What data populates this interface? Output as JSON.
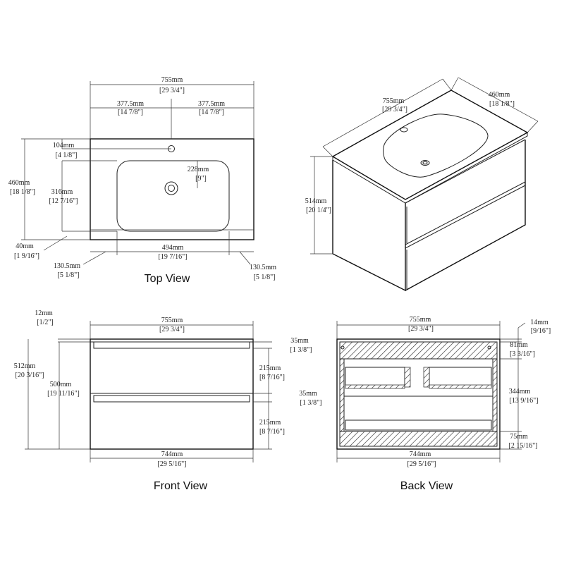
{
  "views": {
    "top": {
      "title": "Top View"
    },
    "front": {
      "title": "Front View"
    },
    "back": {
      "title": "Back View"
    }
  },
  "dims": {
    "top": {
      "width_mm": "755mm",
      "width_in": "[29 3/4\"]",
      "half_left_mm": "377.5mm",
      "half_left_in": "[14 7/8\"]",
      "half_right_mm": "377.5mm",
      "half_right_in": "[14 7/8\"]",
      "faucet_mm": "104mm",
      "faucet_in": "[4 1/8\"]",
      "depth_mm": "460mm",
      "depth_in": "[18 1/8\"]",
      "bowl_depth_mm": "316mm",
      "bowl_depth_in": "[12 7/16\"]",
      "drain_mm": "228mm",
      "drain_in": "[9\"]",
      "front_mm": "40mm",
      "front_in": "[1 9/16\"]",
      "bowl_width_mm": "494mm",
      "bowl_width_in": "[19 7/16\"]",
      "left_off_mm": "130.5mm",
      "left_off_in": "[5 1/8\"]",
      "right_off_mm": "130.5mm",
      "right_off_in": "[5 1/8\"]"
    },
    "iso": {
      "width_mm": "755mm",
      "width_in": "[29 3/4\"]",
      "depth_mm": "460mm",
      "depth_in": "[18 1/8\"]",
      "height_mm": "514mm",
      "height_in": "[20 1/4\"]"
    },
    "front": {
      "top_thk_mm": "12mm",
      "top_thk_in": "[1/2\"]",
      "width_mm": "755mm",
      "width_in": "[29 3/4\"]",
      "total_h_mm": "512mm",
      "total_h_in": "[20 3/16\"]",
      "body_h_mm": "500mm",
      "body_h_in": "[19 11/16\"]",
      "handle1_mm": "35mm",
      "handle1_in": "[1 3/8\"]",
      "drawer1_mm": "215mm",
      "drawer1_in": "[8 7/16\"]",
      "handle2_mm": "35mm",
      "handle2_in": "[1 3/8\"]",
      "drawer2_mm": "215mm",
      "drawer2_in": "[8 7/16\"]",
      "bottom_w_mm": "744mm",
      "bottom_w_in": "[29 5/16\"]"
    },
    "back": {
      "width_mm": "755mm",
      "width_in": "[29 3/4\"]",
      "top_mm": "14mm",
      "top_in": "[9/16\"]",
      "upper_mm": "81mm",
      "upper_in": "[3 3/16\"]",
      "middle_mm": "344mm",
      "middle_in": "[13 9/16\"]",
      "lower_mm": "75mm",
      "lower_in": "[2 15/16\"]",
      "bottom_w_mm": "744mm",
      "bottom_w_in": "[29 5/16\"]"
    }
  }
}
